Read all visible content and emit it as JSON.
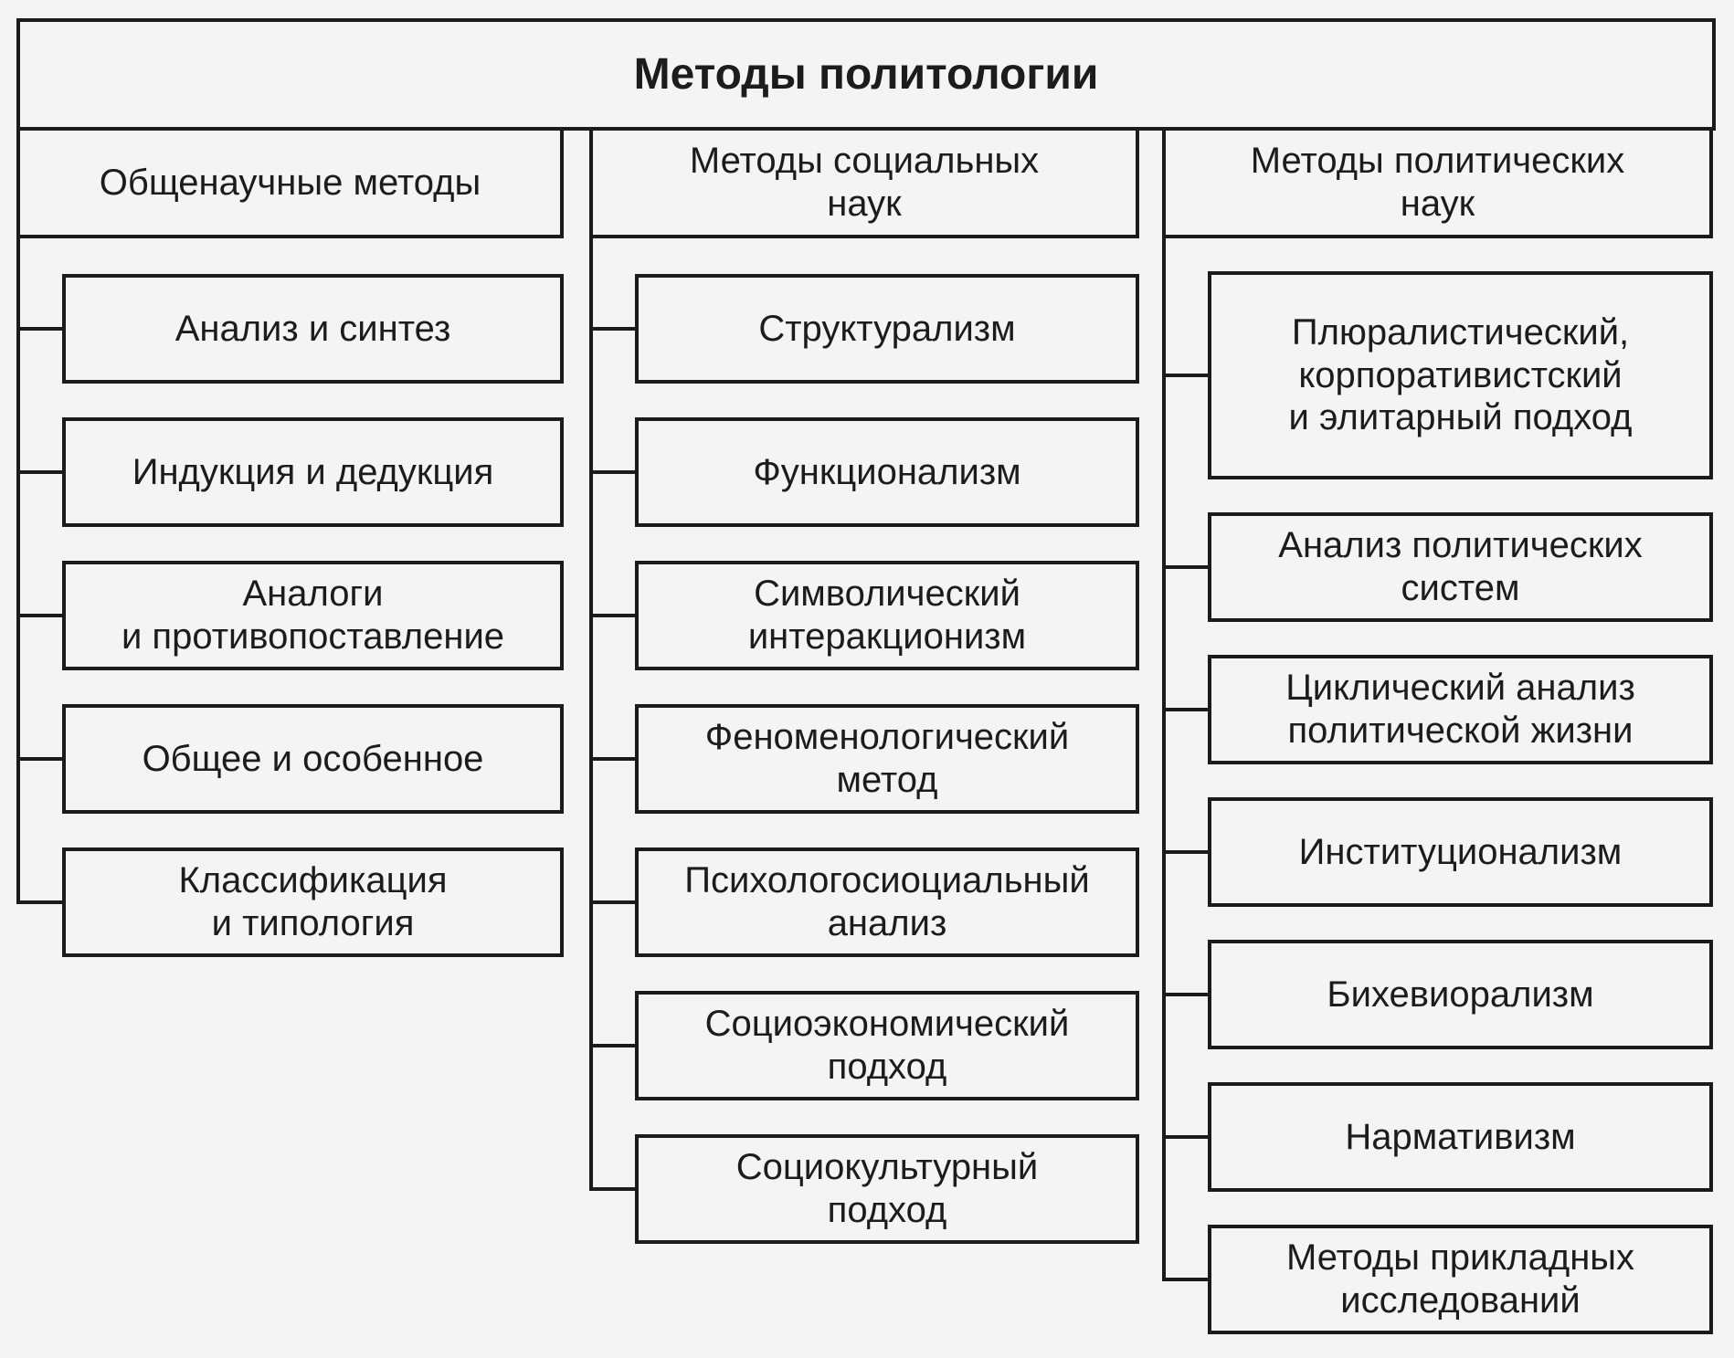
{
  "title": "Методы политологии",
  "colors": {
    "line": "#1b1b1b",
    "background": "#f4f4f4",
    "text": "#1c1c1c"
  },
  "columns": [
    {
      "header": "Общенаучные методы",
      "items": [
        {
          "label": "Анализ и синтез"
        },
        {
          "label": "Индукция и дедукция"
        },
        {
          "label": "Аналоги\nи противопоставление"
        },
        {
          "label": "Общее и особенное"
        },
        {
          "label": "Классификация\nи типология"
        }
      ]
    },
    {
      "header": "Методы социальных\nнаук",
      "items": [
        {
          "label": "Структурализм"
        },
        {
          "label": "Функционализм"
        },
        {
          "label": "Символический\nинтеракционизм"
        },
        {
          "label": "Феноменологический\nметод"
        },
        {
          "label": "Психологосиоциальный\nанализ"
        },
        {
          "label": "Социоэкономический\nподход"
        },
        {
          "label": "Социокультурный\nподход"
        }
      ]
    },
    {
      "header": "Методы политических\nнаук",
      "items": [
        {
          "label": "Плюралистический,\nкорпоративистский\nи элитарный подход"
        },
        {
          "label": "Анализ политических\nсистем"
        },
        {
          "label": "Циклический анализ\nполитической жизни"
        },
        {
          "label": "Институционализм"
        },
        {
          "label": "Бихевиорализм"
        },
        {
          "label": "Нармативизм"
        },
        {
          "label": "Методы прикладных\nисследований"
        }
      ]
    }
  ]
}
